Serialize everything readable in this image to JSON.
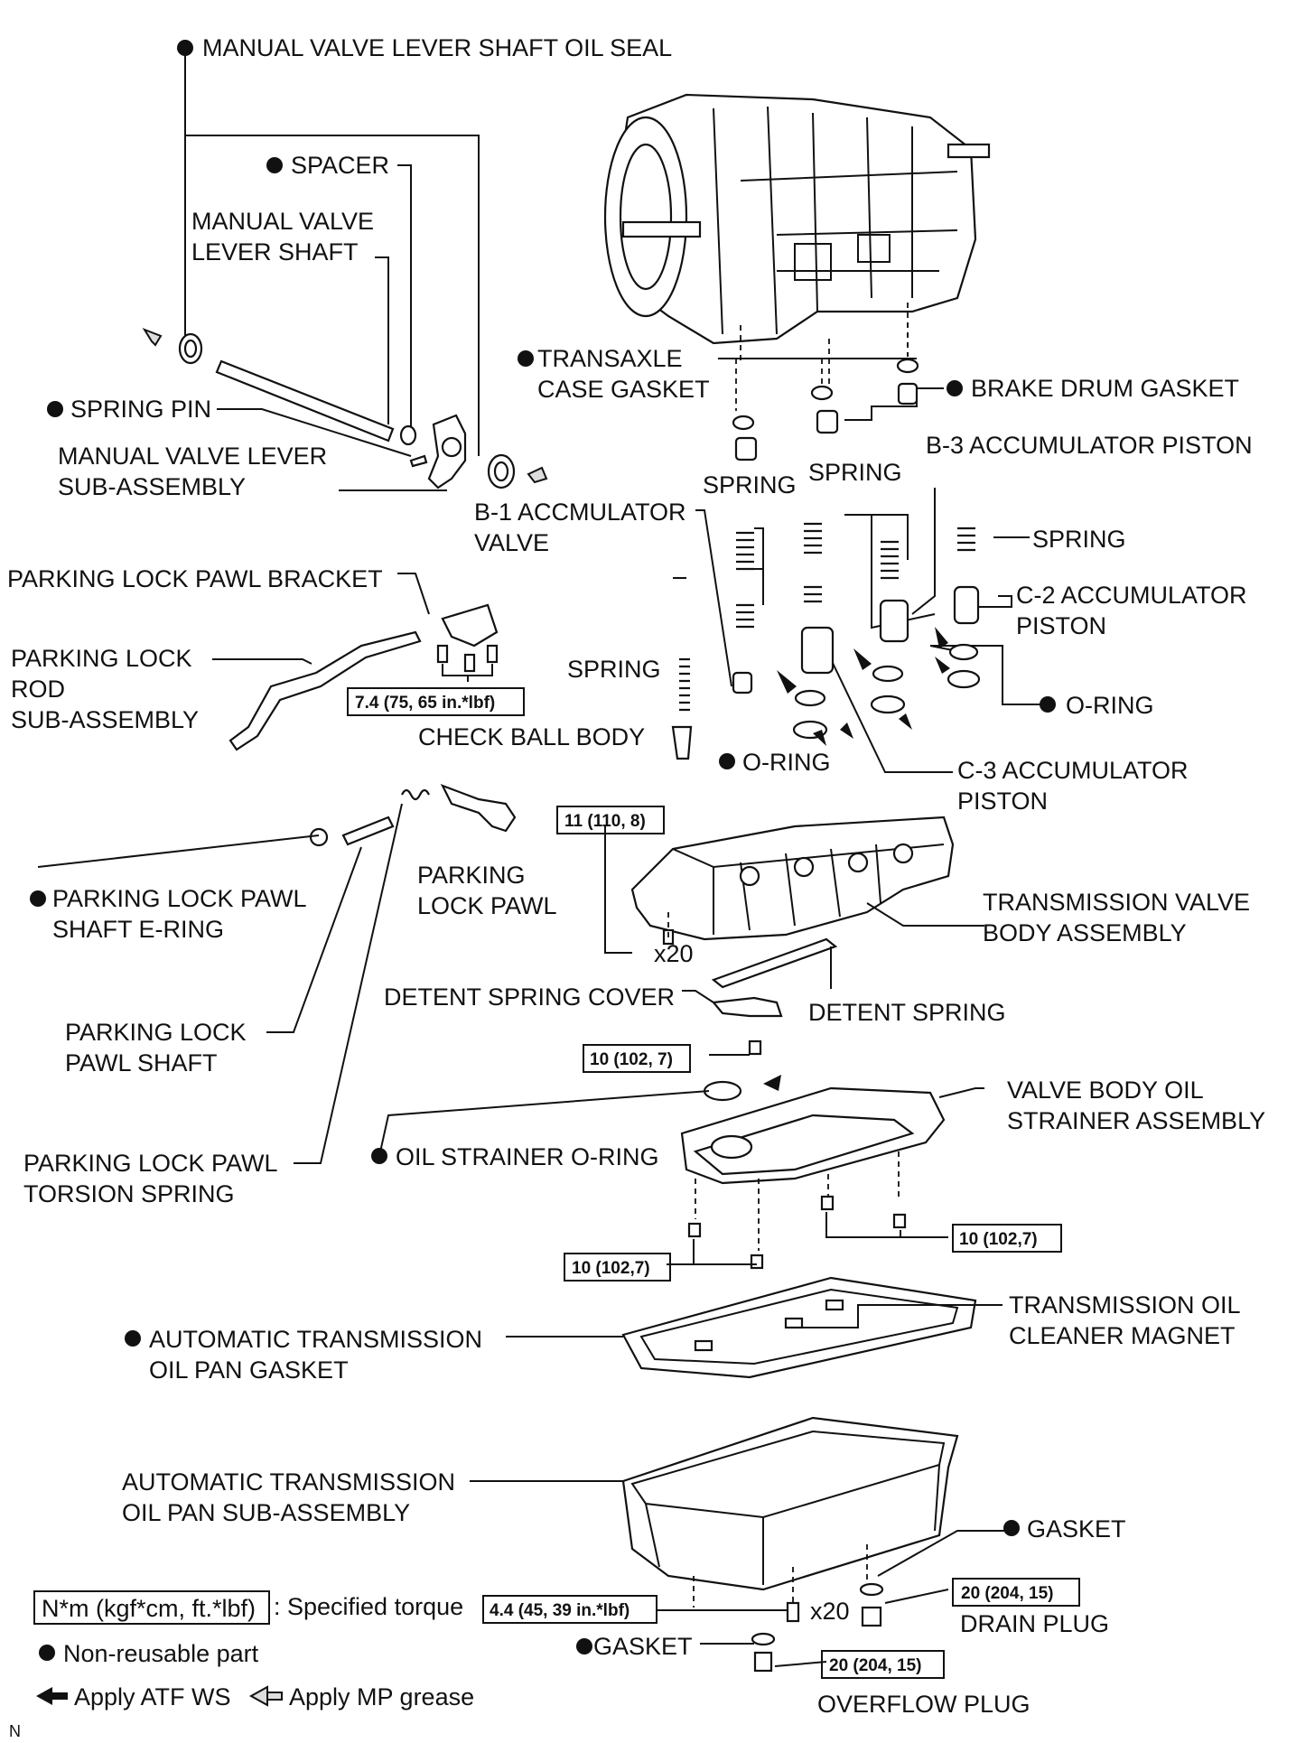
{
  "labels": {
    "manual_valve_lever_shaft_oil_seal": "MANUAL VALVE LEVER SHAFT OIL SEAL",
    "spacer": "SPACER",
    "manual_valve_lever_shaft_1": "MANUAL VALVE",
    "manual_valve_lever_shaft_2": "LEVER SHAFT",
    "spring_pin": "SPRING PIN",
    "manual_valve_lever_sub_1": "MANUAL VALVE LEVER",
    "manual_valve_lever_sub_2": "SUB-ASSEMBLY",
    "transaxle_case_gasket_1": "TRANSAXLE",
    "transaxle_case_gasket_2": "CASE GASKET",
    "brake_drum_gasket": "BRAKE DRUM GASKET",
    "b3_accumulator_piston": "B-3 ACCUMULATOR PISTON",
    "spring_a": "SPRING",
    "spring_b": "SPRING",
    "b1_accmulator_valve_1": "B-1 ACCMULATOR",
    "b1_accmulator_valve_2": "VALVE",
    "spring_c": "SPRING",
    "c2_accumulator_piston_1": "C-2 ACCUMULATOR",
    "c2_accumulator_piston_2": "PISTON",
    "parking_lock_pawl_bracket": "PARKING LOCK PAWL BRACKET",
    "parking_lock_rod_1": "PARKING LOCK",
    "parking_lock_rod_2": "ROD",
    "parking_lock_rod_3": "SUB-ASSEMBLY",
    "spring_d": "SPRING",
    "o_ring_right": "O-RING",
    "check_ball_body": "CHECK BALL BODY",
    "o_ring_mid": "O-RING",
    "c3_accumulator_piston_1": "C-3 ACCUMULATOR",
    "c3_accumulator_piston_2": "PISTON",
    "parking_lock_pawl_1": "PARKING",
    "parking_lock_pawl_2": "LOCK PAWL",
    "pl_pawl_shaft_ering_1": "PARKING LOCK PAWL",
    "pl_pawl_shaft_ering_2": "SHAFT E-RING",
    "tvb_assembly_1": "TRANSMISSION VALVE",
    "tvb_assembly_2": "BODY ASSEMBLY",
    "x20_a": "x20",
    "detent_spring_cover": "DETENT SPRING COVER",
    "detent_spring": "DETENT SPRING",
    "pl_pawl_shaft_1": "PARKING LOCK",
    "pl_pawl_shaft_2": "PAWL SHAFT",
    "vb_oil_strainer_1": "VALVE BODY OIL",
    "vb_oil_strainer_2": "STRAINER ASSEMBLY",
    "pl_torsion_spring_1": "PARKING LOCK PAWL",
    "pl_torsion_spring_2": "TORSION SPRING",
    "oil_strainer_o_ring": "OIL STRAINER O-RING",
    "at_oil_pan_gasket_1": "AUTOMATIC TRANSMISSION",
    "at_oil_pan_gasket_2": "OIL PAN GASKET",
    "oil_cleaner_magnet_1": "TRANSMISSION OIL",
    "oil_cleaner_magnet_2": "CLEANER MAGNET",
    "at_oil_pan_sub_1": "AUTOMATIC TRANSMISSION",
    "at_oil_pan_sub_2": "OIL PAN SUB-ASSEMBLY",
    "gasket_right": "GASKET",
    "drain_plug": "DRAIN PLUG",
    "x20_b": "x20",
    "gasket_left": "GASKET",
    "overflow_plug": "OVERFLOW PLUG"
  },
  "torques": {
    "t_bracket": "7.4 (75, 65 in.*lbf)",
    "t_valve_body": "11 (110, 8)",
    "t_detent": "10 (102, 7)",
    "t_strainer_right": "10 (102,7)",
    "t_strainer_left": "10 (102,7)",
    "t_pan": "4.4 (45, 39 in.*lbf)",
    "t_drain": "20 (204, 15)",
    "t_overflow": "20 (204, 15)"
  },
  "legend": {
    "torque_box": "N*m (kgf*cm, ft.*lbf)",
    "torque_text": ": Specified torque",
    "non_reusable": "Non-reusable part",
    "apply_atf": "Apply ATF WS",
    "apply_grease": "Apply MP grease"
  },
  "corner_mark": "N"
}
